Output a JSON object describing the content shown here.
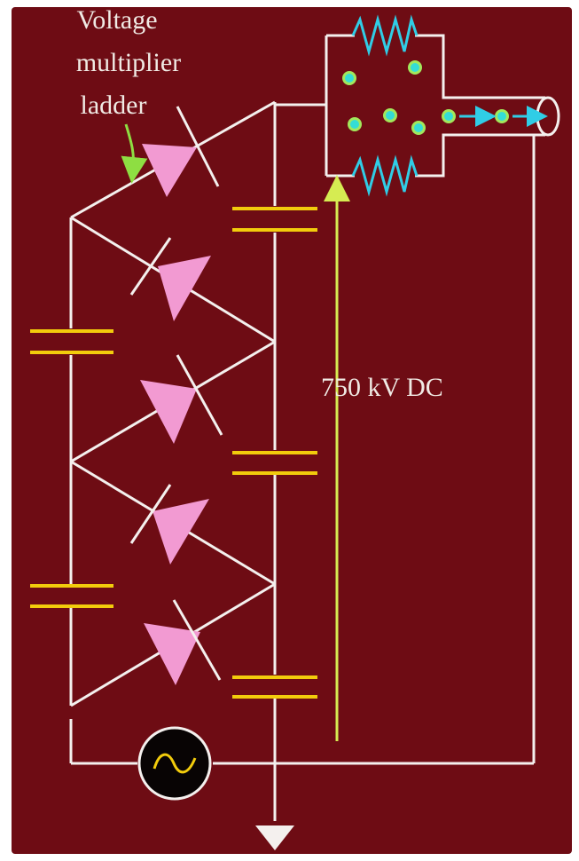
{
  "diagram": {
    "labels": {
      "ladder_line1": "Voltage",
      "ladder_line2": "multiplier",
      "ladder_line3": "ladder",
      "output_voltage": "750 kV DC"
    },
    "icons": {
      "source": "ac-source-icon",
      "ground": "ground-arrow-icon",
      "tube": "beam-tube-icon"
    },
    "colors": {
      "background": "#6e0c14",
      "wire": "#f4f0ee",
      "capacitor": "#f2cc0c",
      "diode_fill": "#f29ad2",
      "resistor": "#30cde6",
      "electron_core": "#34ddd6",
      "electron_ring": "#a2e85c",
      "voltage_arrow": "#d6ec52",
      "label_arrow": "#8ede42",
      "text": "#f0eae4"
    }
  }
}
